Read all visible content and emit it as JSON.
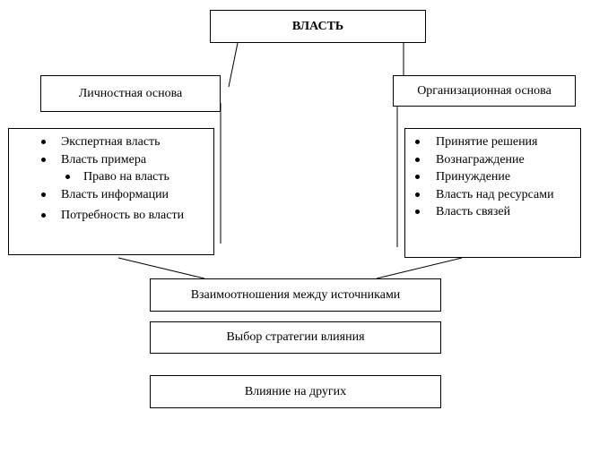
{
  "top": {
    "title": "ВЛАСТЬ"
  },
  "personal": {
    "heading": "Личностная основа",
    "items": [
      "Экспертная власть",
      "Власть примера",
      "Право на власть",
      "Власть информации",
      "Потребность во власти"
    ]
  },
  "organizational": {
    "heading": "Организационная основа",
    "items": [
      "Принятие решения",
      "Вознаграждение",
      "Принуждение",
      "Власть над ресурсами",
      "Власть связей"
    ]
  },
  "bottom": {
    "relations": "Взаимоотношения между источниками",
    "strategy": "Выбор стратегии влияния",
    "influence": "Влияние на других"
  }
}
